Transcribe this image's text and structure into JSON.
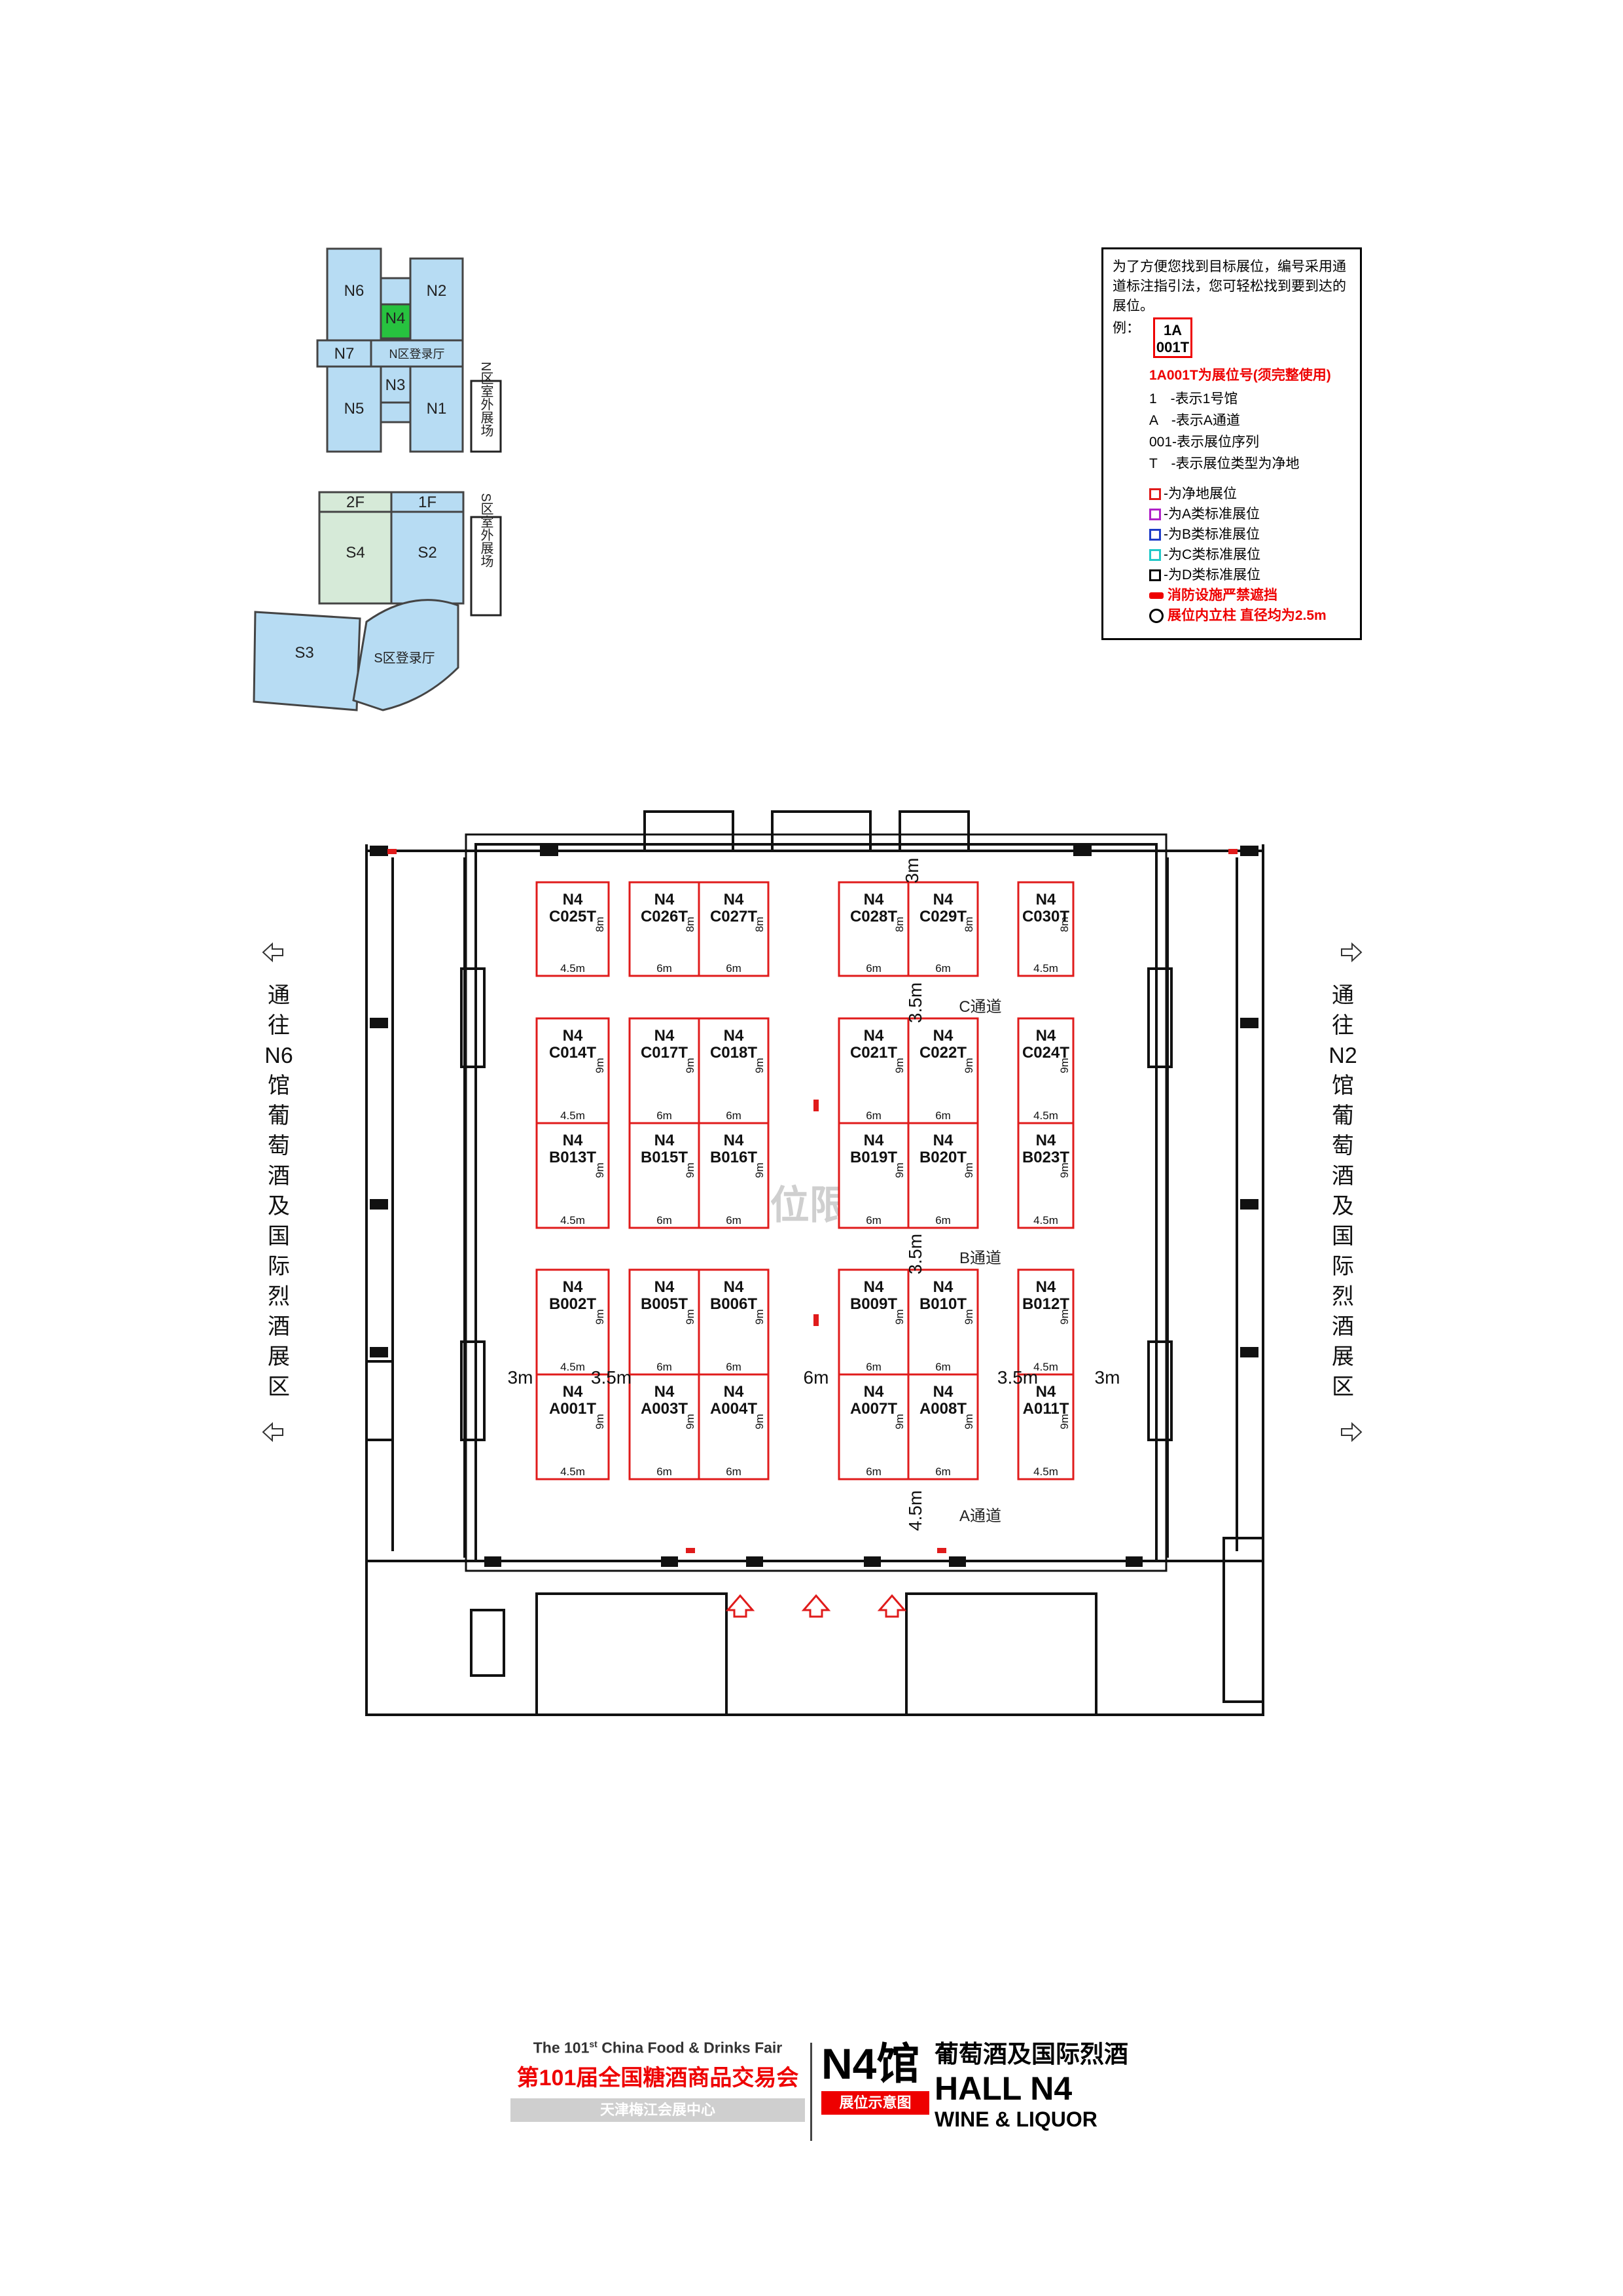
{
  "key_map": {
    "north": [
      "N6",
      "N4",
      "N2",
      "N7",
      "N区登录厅",
      "N5",
      "N3",
      "N1"
    ],
    "north_outdoor": "N区室外展场",
    "south": [
      "2F",
      "1F",
      "S4",
      "S2",
      "S3",
      "S区登录厅"
    ],
    "south_outdoor": "S区室外展场",
    "colors": {
      "hall": "#b7dcf3",
      "current": "#27c23f",
      "upper_floor": "#d6ead8"
    }
  },
  "legend": {
    "intro": "为了方便您找到目标展位，编号采用通道标注指引法，您可轻松找到要到达的展位。",
    "example_label": "例：",
    "example_line1": "1A",
    "example_line2": "001T",
    "code_note": "1A001T为展位号(须完整使用)",
    "defs": [
      "1　-表示1号馆",
      "A　-表示A通道",
      "001-表示展位序列",
      "T　-表示展位类型为净地"
    ],
    "symbols": [
      {
        "color": "#e01b1b",
        "label": "-为净地展位"
      },
      {
        "color": "#b022c8",
        "label": "-为A类标准展位"
      },
      {
        "color": "#1f3cc8",
        "label": "-为B类标准展位"
      },
      {
        "color": "#22c8c8",
        "label": "-为C类标准展位"
      },
      {
        "color": "#000000",
        "label": "-为D类标准展位"
      }
    ],
    "hydrant": "消防设施严禁遮挡",
    "column": "展位内立柱 直径均为2.5m"
  },
  "floor": {
    "watermark": "净地展位限高5m",
    "booth_prefix": "N4",
    "booth_color": "#e01b1b",
    "rows": [
      [
        "C025T",
        "C026T",
        "C027T",
        "C028T",
        "C029T",
        "C030T"
      ],
      [
        "C014T",
        "C017T",
        "C018T",
        "C021T",
        "C022T",
        "C024T"
      ],
      [
        "B013T",
        "B015T",
        "B016T",
        "B019T",
        "B020T",
        "B023T"
      ],
      [
        "B002T",
        "B005T",
        "B006T",
        "B009T",
        "B010T",
        "B012T"
      ],
      [
        "A001T",
        "A003T",
        "A004T",
        "A007T",
        "A008T",
        "A011T"
      ]
    ],
    "dims": {
      "depth": "9m",
      "depth_top": "8m",
      "w_outer": "4.5m",
      "w_inner": "6m"
    },
    "aisles": {
      "c": "C通道",
      "b": "B通道",
      "a": "A通道"
    },
    "spacings": {
      "top": "3m",
      "c": "3.5m",
      "b": "3.5m",
      "a": "4.5m",
      "side": "3m",
      "gap": "3.5m",
      "center": "6m"
    },
    "left_direction": [
      "通",
      "往",
      "N6",
      "馆",
      "葡",
      "萄",
      "酒",
      "及",
      "国",
      "际",
      "烈",
      "酒",
      "展",
      "区"
    ],
    "right_direction": [
      "通",
      "往",
      "N2",
      "馆",
      "葡",
      "萄",
      "酒",
      "及",
      "国",
      "际",
      "烈",
      "酒",
      "展",
      "区"
    ]
  },
  "footer": {
    "en_prefix": "The 101",
    "en_sup": "st",
    "en_suffix": " China Food & Drinks Fair",
    "cn_title": "第101届全国糖酒商品交易会",
    "venue": "天津梅江会展中心",
    "hall": "N4馆",
    "tag": "展位示意图",
    "cn_theme": "葡萄酒及国际烈酒",
    "hall_en": "HALL N4",
    "theme_en": "WINE & LIQUOR"
  }
}
